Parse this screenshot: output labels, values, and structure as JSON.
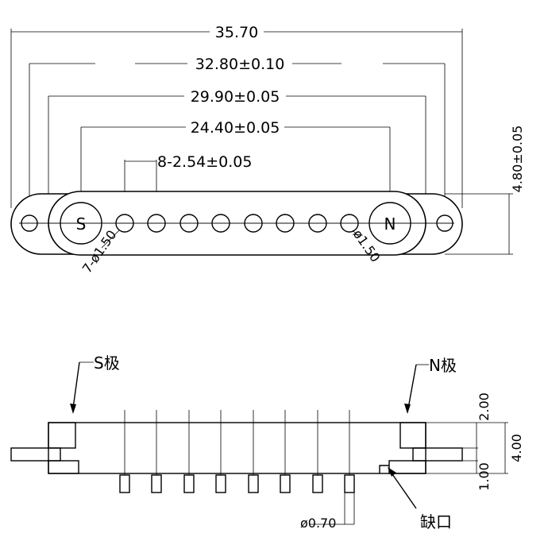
{
  "top_view": {
    "dim_overall": "35.70",
    "dim_outer_pitch": "32.80±0.10",
    "dim_magnet_pitch": "29.90±0.05",
    "dim_pin_span": "24.40±0.05",
    "dim_pin_pitch": "8-2.54±0.05",
    "dim_height": "4.80±0.05",
    "pin_hole_callout": "7-ø1.50",
    "hole_callout": "ø1.50",
    "pole_s": "S",
    "pole_n": "N"
  },
  "side_view": {
    "s_pole_label": "S极",
    "n_pole_label": "N极",
    "dim_upper": "2.00",
    "dim_total": "4.00",
    "dim_lower": "1.00",
    "pin_diameter": "ø0.70",
    "notch_label": "缺口"
  }
}
